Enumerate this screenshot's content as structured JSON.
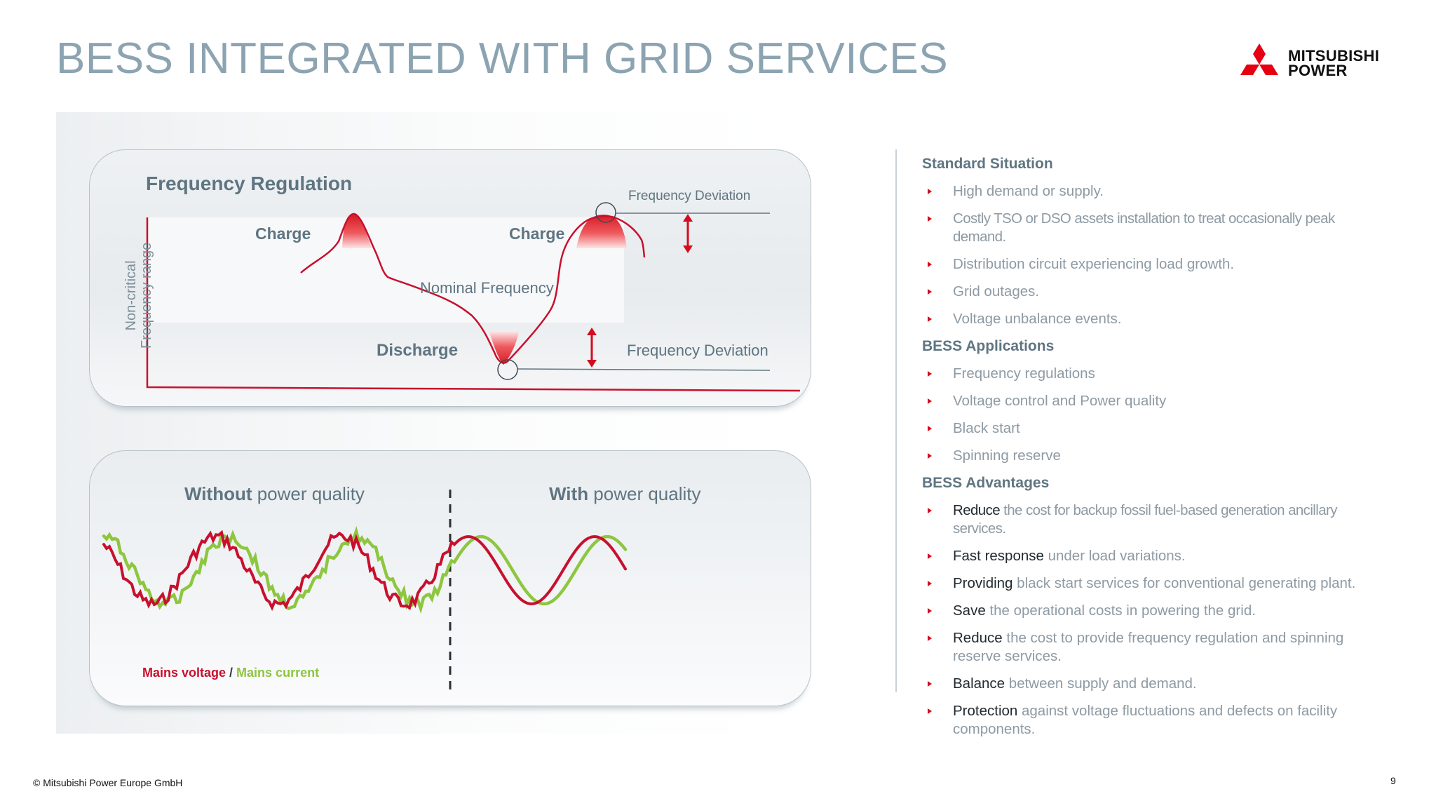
{
  "title": "BESS INTEGRATED WITH GRID SERVICES",
  "logo": {
    "line1": "MITSUBISHI",
    "line2": "POWER"
  },
  "frequency_panel": {
    "title": "Frequency Regulation",
    "charge_left": "Charge",
    "charge_right": "Charge",
    "nominal": "Nominal Frequency",
    "discharge": "Discharge",
    "deviation_top": "Frequency Deviation",
    "deviation_bottom": "Frequency Deviation",
    "yaxis_line1": "Non-critical",
    "yaxis_line2": "Frequency range"
  },
  "power_quality_panel": {
    "without_bold": "Without",
    "without_rest": " power quality",
    "with_bold": "With",
    "with_rest": " power quality",
    "legend_voltage": "Mains voltage",
    "legend_sep": " / ",
    "legend_current": "Mains current",
    "colors": {
      "voltage": "#c8102e",
      "current": "#8dc63f"
    }
  },
  "right": {
    "standard_title": "Standard Situation",
    "standard_items": [
      "High demand or supply.",
      "Costly TSO or DSO assets installation to treat occasionally peak demand.",
      "Distribution circuit experiencing load growth.",
      "Grid outages.",
      "Voltage unbalance events."
    ],
    "applications_title": "BESS Applications",
    "applications_items": [
      "Frequency regulations",
      "Voltage control and Power quality",
      "Black start",
      "Spinning reserve"
    ],
    "advantages_title": "BESS Advantages",
    "advantages_items": [
      {
        "strong": "Reduce",
        "text": " the cost for backup fossil fuel-based generation ancillary services."
      },
      {
        "strong": "Fast response",
        "text": " under load variations."
      },
      {
        "strong": "Providing",
        "text": " black start services for conventional generating plant."
      },
      {
        "strong": "Save",
        "text": " the operational costs in powering the grid."
      },
      {
        "strong": "Reduce",
        "text": " the cost to provide frequency regulation and spinning reserve services."
      },
      {
        "strong": "Balance",
        "text": " between supply and demand."
      },
      {
        "strong": "Protection",
        "text": " against voltage fluctuations and defects on facility components."
      }
    ]
  },
  "footer": "© Mitsubishi Power Europe GmbH",
  "page_number": "9",
  "accent_color": "#d40c1d"
}
